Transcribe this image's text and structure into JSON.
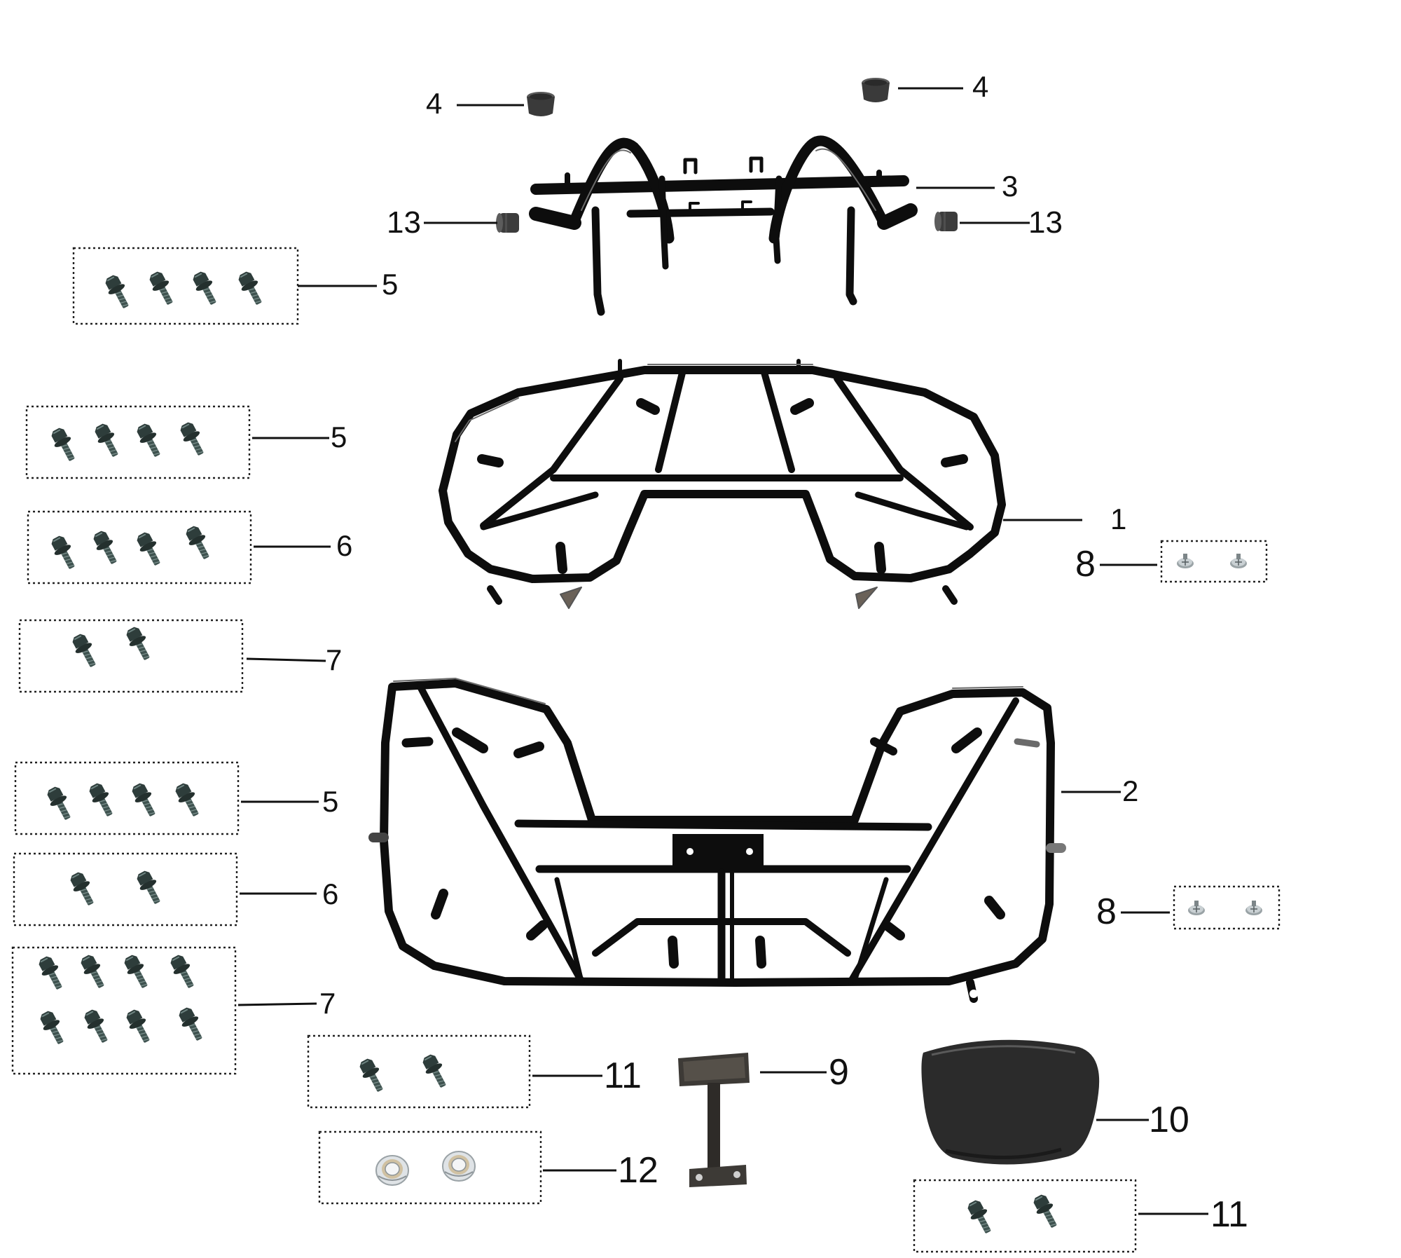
{
  "diagram": {
    "kind": "exploded-parts-diagram",
    "colors": {
      "frame": "#0d0d0d",
      "highlight": "#6b6b6b",
      "bolt_head": "#2e3d3b",
      "bolt_thread": "#3f5350",
      "grommet": "#3a3a3a",
      "seat": "#2b2b2b",
      "box_border": "#222222",
      "leader": "#111111",
      "nut": "#c8ccd0"
    },
    "callouts": {
      "c1": "1",
      "c2": "2",
      "c3": "3",
      "c4a": "4",
      "c4b": "4",
      "c5a": "5",
      "c5b": "5",
      "c5c": "5",
      "c6a": "6",
      "c6b": "6",
      "c7a": "7",
      "c7b": "7",
      "c8a": "8",
      "c8b": "8",
      "c9": "9",
      "c10": "10",
      "c11a": "11",
      "c11b": "11",
      "c12": "12",
      "c13a": "13",
      "c13b": "13"
    },
    "parts": [
      {
        "id": "front-rack",
        "callout": "1",
        "icon": "tubular-rack"
      },
      {
        "id": "rear-rack",
        "callout": "2",
        "icon": "tubular-rack"
      },
      {
        "id": "front-bumper-guard",
        "callout": "3",
        "icon": "bumper-frame"
      },
      {
        "id": "rubber-cap",
        "callout": "4",
        "icon": "grommet",
        "count": 2
      },
      {
        "id": "flange-bolt",
        "callout": "5",
        "icon": "bolt",
        "kit_quantities": [
          4,
          4,
          4
        ]
      },
      {
        "id": "flange-bolt",
        "callout": "6",
        "icon": "bolt",
        "kit_quantities": [
          4,
          2
        ]
      },
      {
        "id": "flange-bolt",
        "callout": "7",
        "icon": "bolt",
        "kit_quantities": [
          2,
          8
        ]
      },
      {
        "id": "screw",
        "callout": "8",
        "icon": "small-screw",
        "kit_quantities": [
          2,
          2
        ]
      },
      {
        "id": "backrest-bracket",
        "callout": "9",
        "icon": "bracket"
      },
      {
        "id": "backrest-pad",
        "callout": "10",
        "icon": "seat-pad"
      },
      {
        "id": "bolt",
        "callout": "11",
        "icon": "bolt",
        "kit_quantities": [
          2,
          2
        ]
      },
      {
        "id": "nut",
        "callout": "12",
        "icon": "nut",
        "kit_quantities": [
          2
        ]
      },
      {
        "id": "rubber-bushing",
        "callout": "13",
        "icon": "grommet",
        "count": 2
      }
    ]
  }
}
